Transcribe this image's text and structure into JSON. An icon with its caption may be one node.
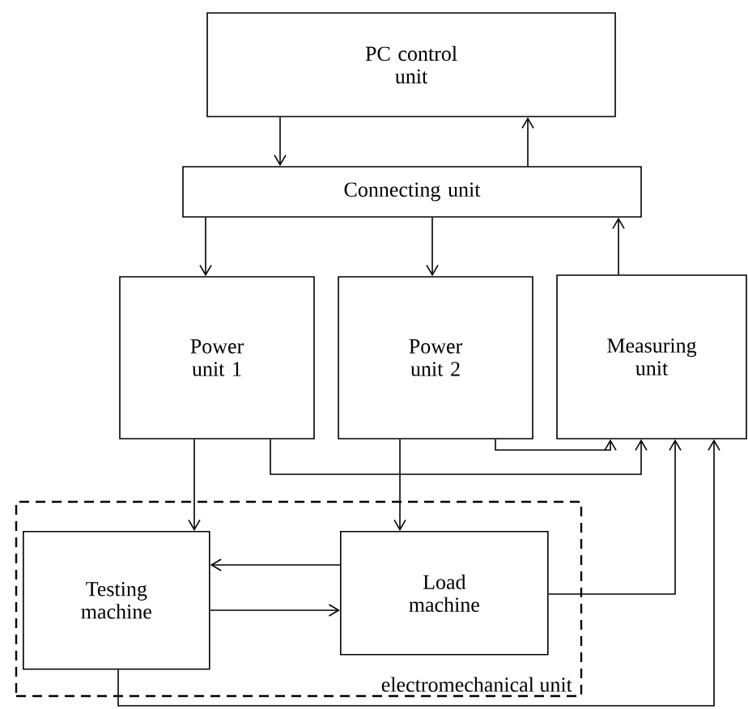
{
  "diagram": {
    "nodes": [
      {
        "text": [
          "PC control unit"
        ]
      },
      {
        "text": [
          "Connecting unit"
        ]
      },
      {
        "text": [
          "Power unit 1"
        ]
      },
      {
        "text": [
          "Power unit 2"
        ]
      },
      {
        "text": [
          "Measuring unit"
        ]
      },
      {
        "text": [
          "electromechanical unit"
        ]
      },
      {
        "text": [
          "Testing machine"
        ],
        "in": 5
      },
      {
        "text": [
          "Load machine"
        ],
        "in": 5
      }
    ],
    "edges": [
      {
        "from": 0,
        "to": 1,
        "arrow": "to"
      },
      {
        "from": 1,
        "to": 0,
        "arrow": "to"
      },
      {
        "from": 1,
        "to": 2,
        "arrow": "to"
      },
      {
        "from": 1,
        "to": 3,
        "arrow": "to"
      },
      {
        "from": 4,
        "to": 1,
        "arrow": "to"
      },
      {
        "from": 2,
        "to": 6,
        "arrow": "to"
      },
      {
        "from": 2,
        "to": 4,
        "arrow": "to"
      },
      {
        "from": 3,
        "to": 7,
        "arrow": "to"
      },
      {
        "from": 3,
        "to": 4,
        "arrow": "to"
      },
      {
        "from": 7,
        "to": 6,
        "arrow": "to"
      },
      {
        "from": 6,
        "to": 7,
        "arrow": "to"
      },
      {
        "from": 7,
        "to": 4,
        "arrow": "to"
      },
      {
        "from": 6,
        "to": 4,
        "arrow": "to"
      }
    ]
  }
}
